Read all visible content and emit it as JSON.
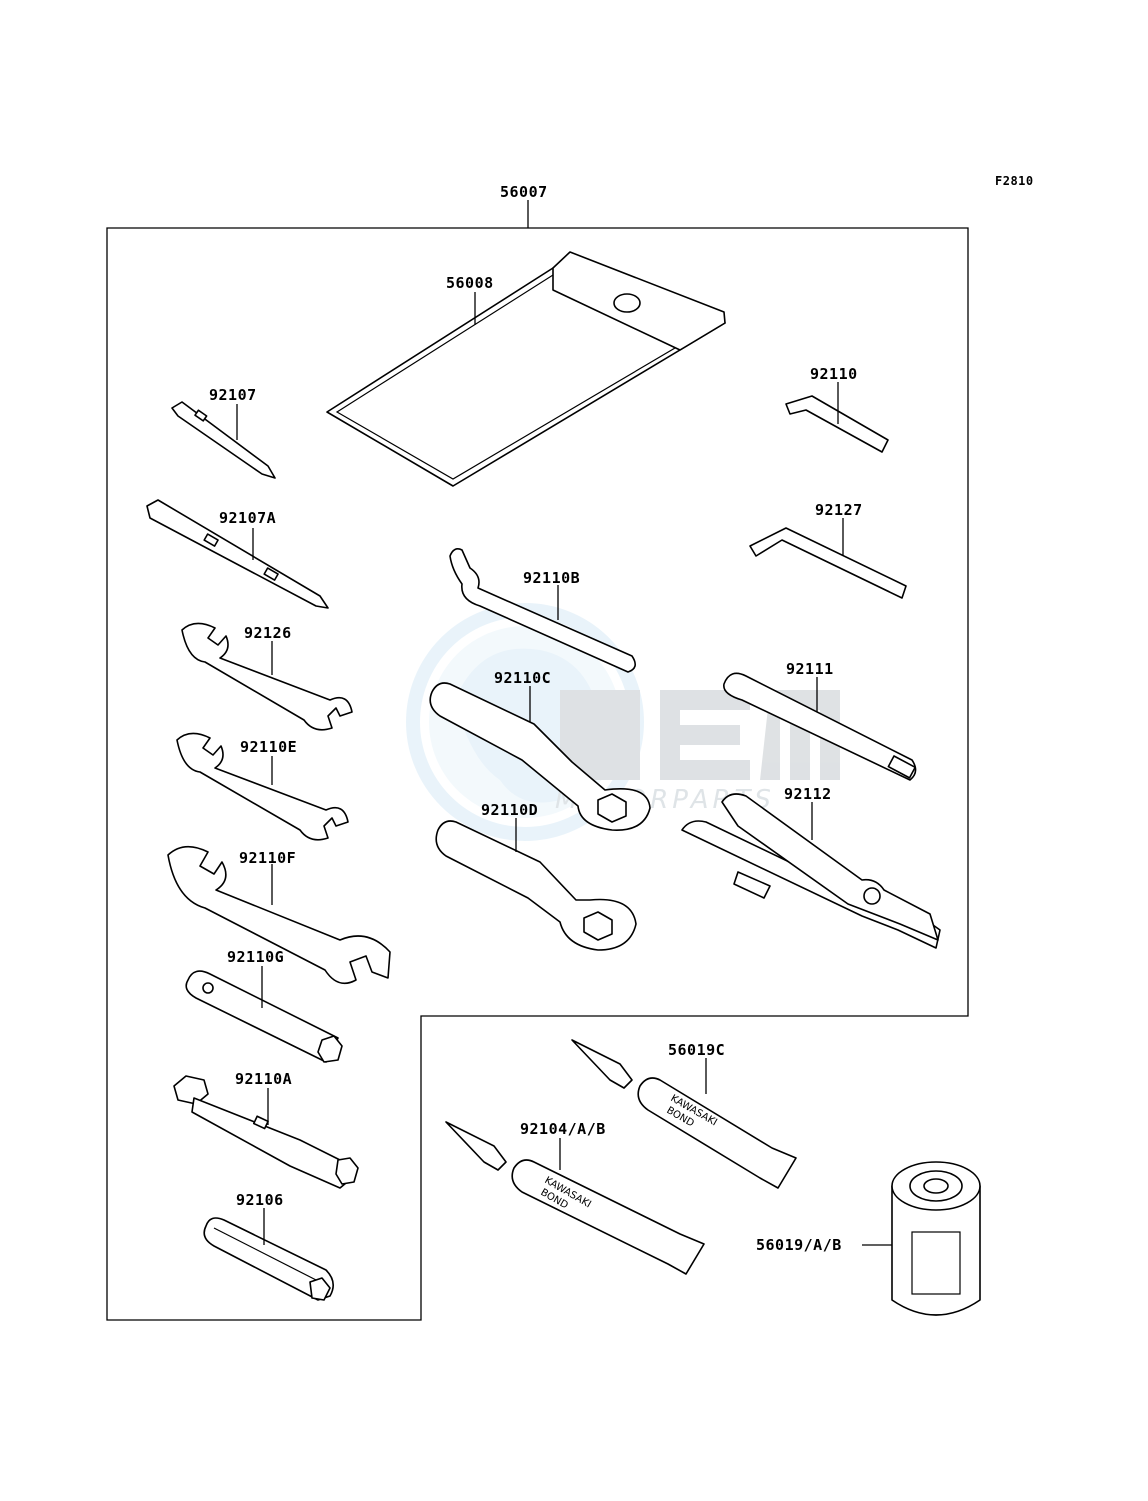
{
  "diagram_code": "F2810",
  "watermark": {
    "brand": "MOTORPARTS"
  },
  "labels": {
    "kit": "56007",
    "case": "56008",
    "driver": "92107",
    "driver_a": "92107A",
    "hex_small": "92110",
    "hex_large": "92127",
    "hook_wrench": "92110B",
    "ring_c": "92110C",
    "ring_d": "92110D",
    "wrench_126": "92126",
    "wrench_e": "92110E",
    "wrench_f": "92110F",
    "socket_g": "92110G",
    "socket_a": "92110A",
    "handle": "92106",
    "extension": "92111",
    "pliers": "92112",
    "bond_c": "56019C",
    "bond_abc": "92104/A/B",
    "oil_filter": "56019/A/B"
  },
  "tube_text": {
    "line1": "KAWASAKI",
    "line2": "BOND"
  }
}
